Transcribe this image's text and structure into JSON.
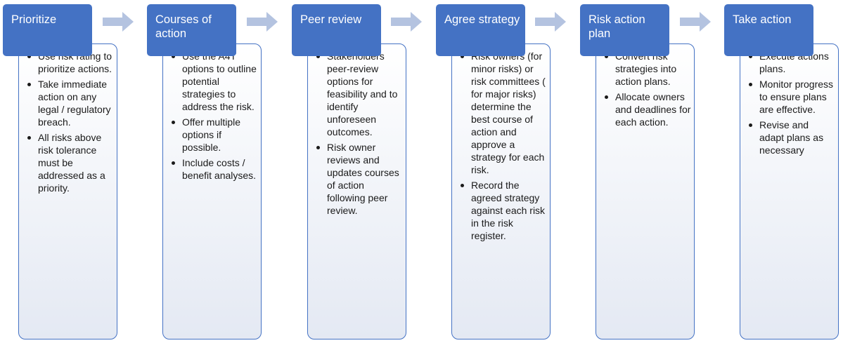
{
  "colors": {
    "header_fill": "#4472c4",
    "card_border": "#4472c4",
    "arrow_fill": "#b4c3e0"
  },
  "steps": [
    {
      "title": "Prioritize",
      "bullets": [
        "Use risk rating to prioritize actions.",
        "Take immediate action on any legal / regulatory breach.",
        "All risks above risk tolerance must be addressed as a priority."
      ]
    },
    {
      "title": "Courses of action",
      "bullets": [
        "Use the A4T options to outline potential strategies to address the risk.",
        "Offer multiple options if possible.",
        "Include costs / benefit analyses."
      ]
    },
    {
      "title": "Peer review",
      "bullets": [
        "Stakeholders peer-review options for feasibility and to identify unforeseen outcomes.",
        "Risk owner reviews and updates courses of action following peer review."
      ]
    },
    {
      "title": "Agree strategy",
      "bullets": [
        "Risk owners (for minor risks) or risk committees ( for major risks) determine the best course of action and approve a strategy for each risk.",
        "Record the agreed strategy against each risk in the risk register."
      ]
    },
    {
      "title": "Risk action plan",
      "bullets": [
        "Convert risk strategies into action plans.",
        "Allocate owners and deadlines for each action."
      ]
    },
    {
      "title": "Take action",
      "bullets": [
        "Execute actions plans.",
        "Monitor progress to ensure plans are effective.",
        "Revise and adapt plans as necessary"
      ]
    }
  ]
}
